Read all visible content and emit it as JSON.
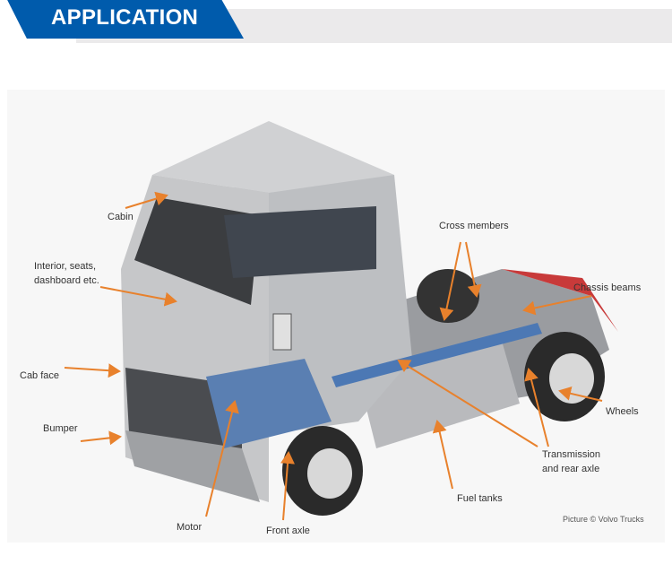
{
  "header": {
    "title": "APPLICATION"
  },
  "colors": {
    "accent": "#005bac",
    "arrow": "#e8812c",
    "band": "#ebeaeb"
  },
  "labels": {
    "cabin": "Cabin",
    "interior_1": "Interior, seats,",
    "interior_2": "dashboard etc.",
    "cab_face": "Cab face",
    "bumper": "Bumper",
    "motor": "Motor",
    "front_axle": "Front axle",
    "fuel_tanks": "Fuel tanks",
    "transmission_1": "Transmission",
    "transmission_2": "and rear axle",
    "wheels": "Wheels",
    "chassis_beams": "Chassis beams",
    "cross_members": "Cross members"
  },
  "credit": "Picture © Volvo Trucks"
}
